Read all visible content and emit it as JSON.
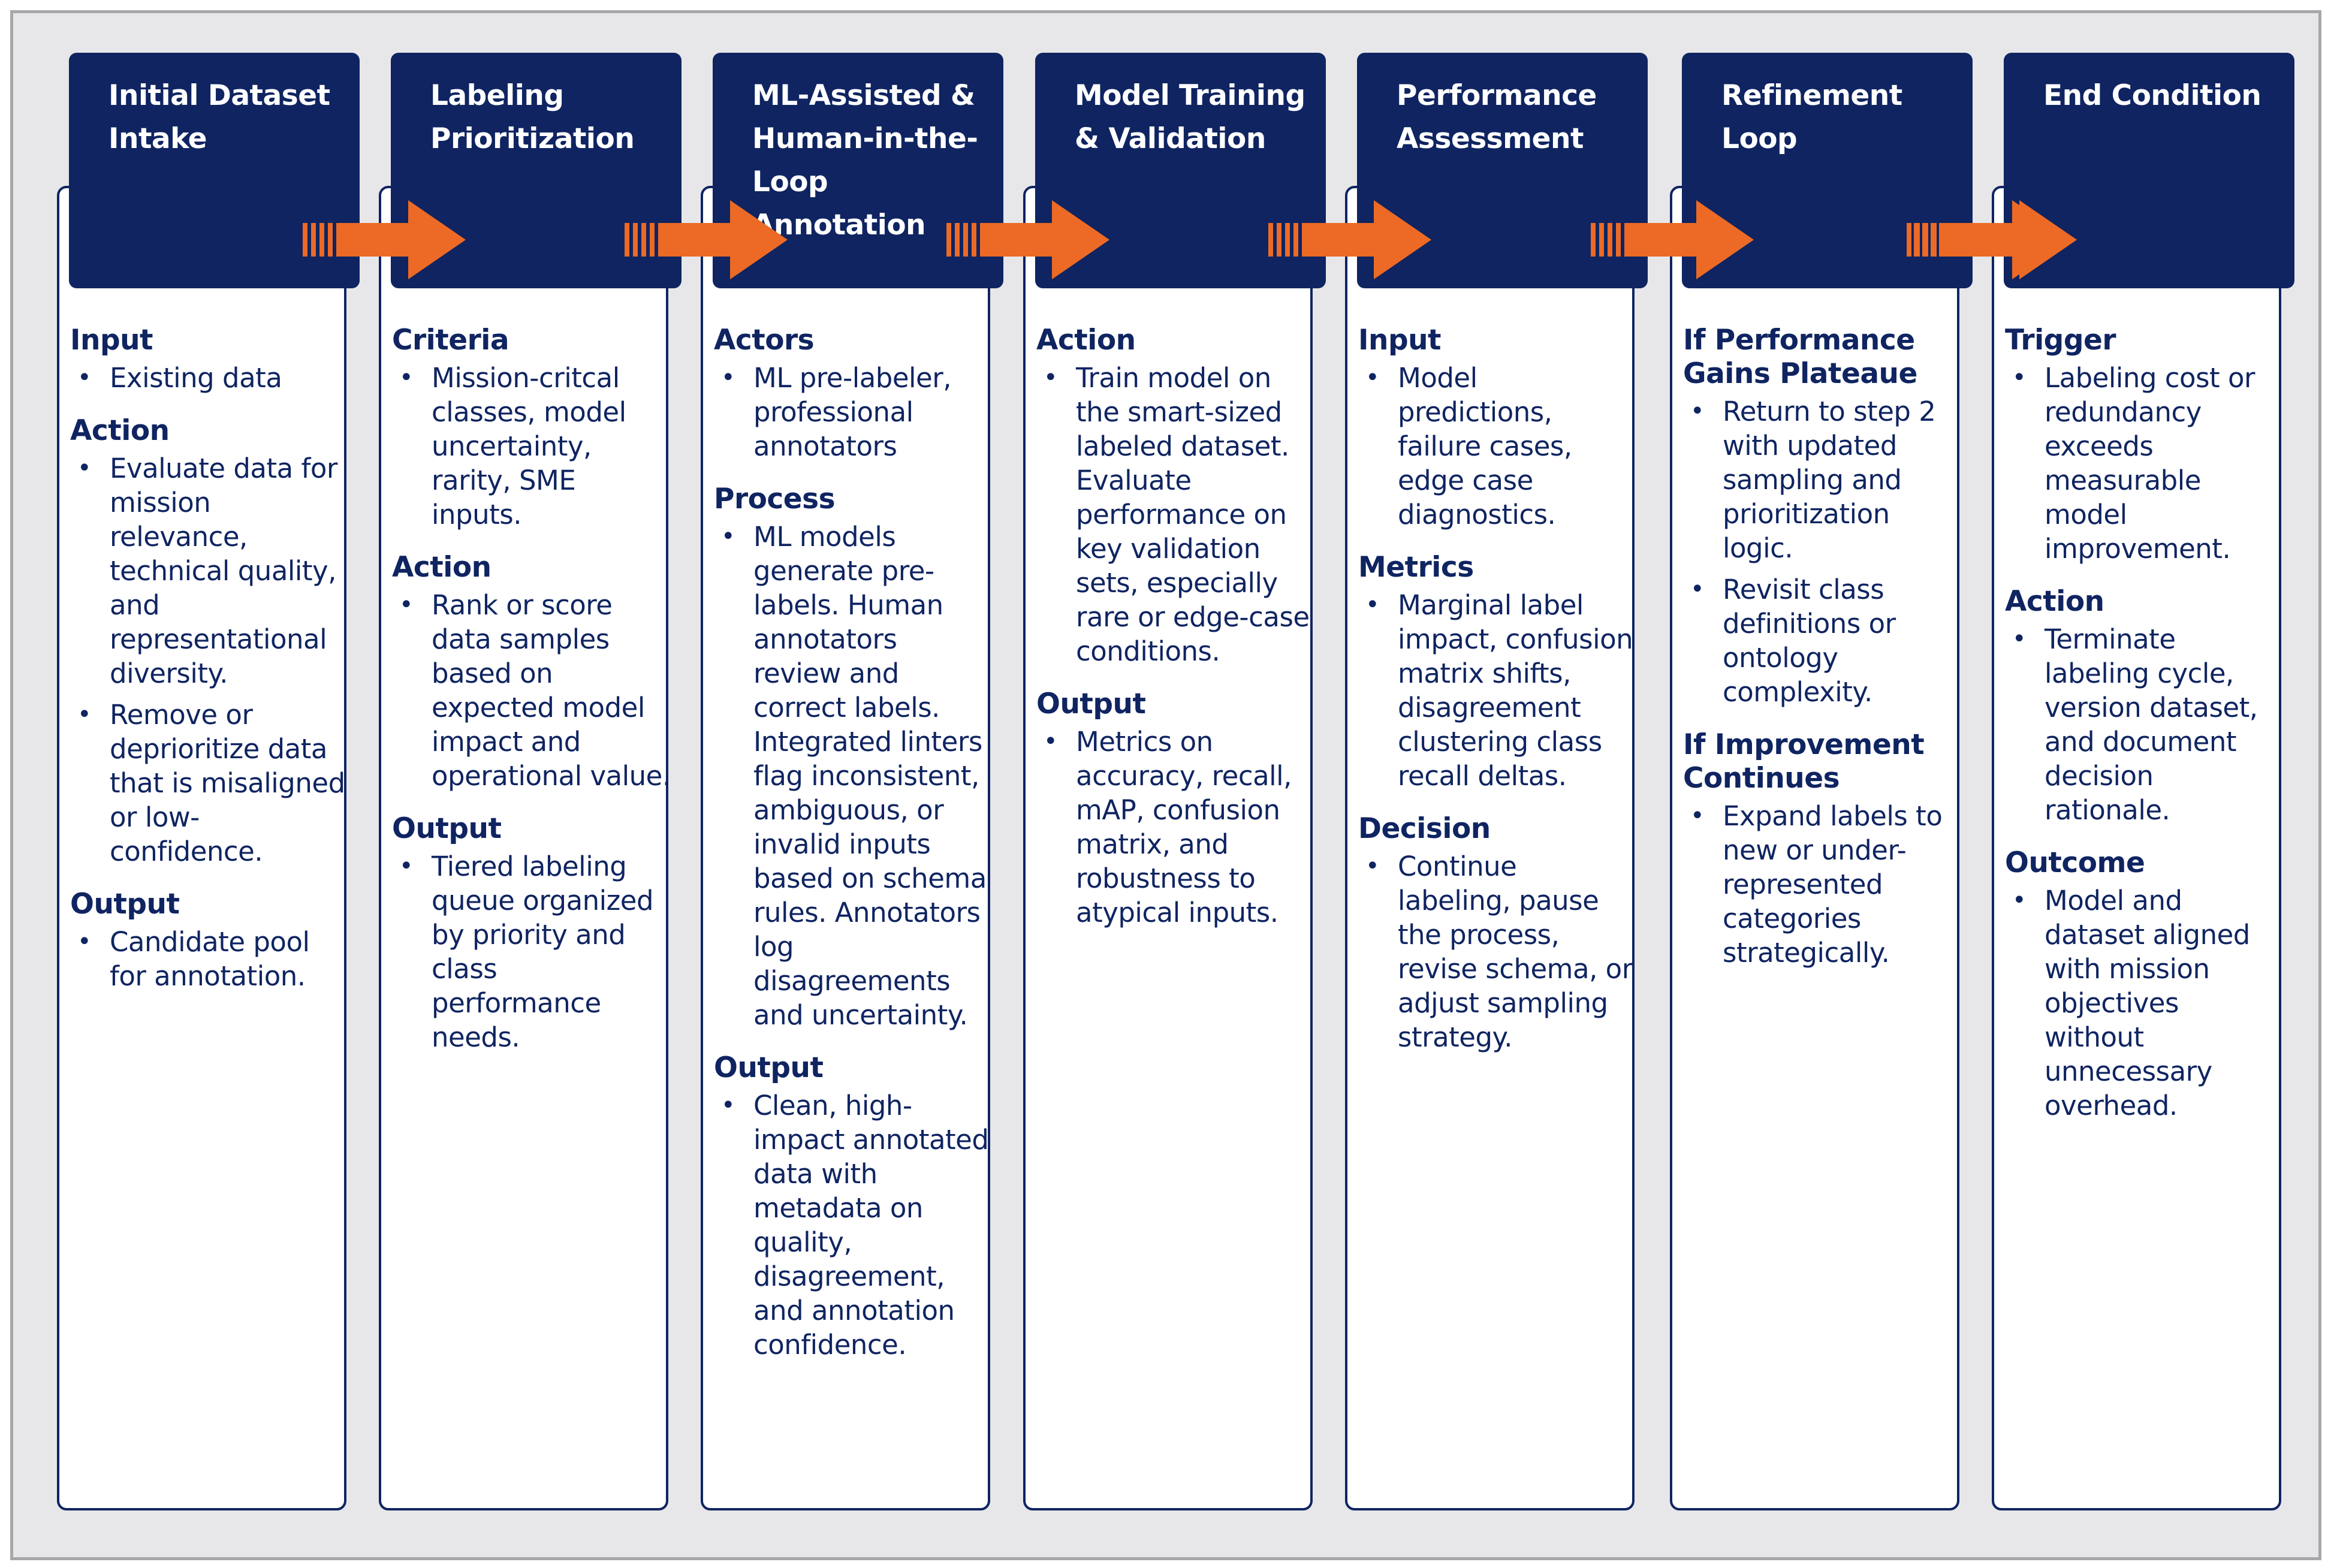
{
  "steps": [
    {
      "title": "Initial Dataset Intake",
      "sections": [
        {
          "heading": "Input",
          "items": [
            "Existing data"
          ]
        },
        {
          "heading": "Action",
          "items": [
            "Evaluate data for mission relevance, technical quality, and representational diversity.",
            "Remove or deprioritize data that is misaligned or low-confidence."
          ]
        },
        {
          "heading": "Output",
          "items": [
            "Candidate pool for annotation."
          ]
        }
      ]
    },
    {
      "title": "Labeling Prioritization",
      "sections": [
        {
          "heading": "Criteria",
          "items": [
            "Mission-critcal classes, model uncertainty, rarity, SME inputs."
          ]
        },
        {
          "heading": "Action",
          "items": [
            "Rank or score data samples based on expected model impact and operational value."
          ]
        },
        {
          "heading": "Output",
          "items": [
            "Tiered labeling queue organized by priority and class performance needs."
          ]
        }
      ]
    },
    {
      "title": "ML-Assisted & Human-in-the-Loop Annotation",
      "sections": [
        {
          "heading": "Actors",
          "items": [
            "ML pre-labeler, professional annotators"
          ]
        },
        {
          "heading": "Process",
          "items": [
            "ML models generate pre-labels. Human annotators review and correct labels. Integrated linters flag inconsistent, ambiguous, or invalid inputs based on schema rules. Annotators log disagreements and uncertainty."
          ]
        },
        {
          "heading": "Output",
          "items": [
            "Clean, high-impact annotated data with metadata on quality, disagreement, and annotation confidence."
          ]
        }
      ]
    },
    {
      "title": "Model Training & Validation",
      "sections": [
        {
          "heading": "Action",
          "items": [
            "Train model on the smart-sized labeled dataset. Evaluate performance on key validation sets, especially rare or edge-case conditions."
          ]
        },
        {
          "heading": "Output",
          "items": [
            "Metrics on accuracy, recall, mAP, confusion matrix, and robustness to atypical inputs."
          ]
        }
      ]
    },
    {
      "title": "Performance Assessment",
      "sections": [
        {
          "heading": "Input",
          "items": [
            "Model predictions, failure cases, edge case diagnostics."
          ]
        },
        {
          "heading": "Metrics",
          "items": [
            "Marginal label impact, confusion matrix shifts, disagreement clustering class recall deltas."
          ]
        },
        {
          "heading": "Decision",
          "items": [
            "Continue labeling, pause the process, revise schema, or adjust sampling strategy."
          ]
        }
      ]
    },
    {
      "title": "Refinement Loop",
      "sections": [
        {
          "heading": "If Performance Gains Plateaue",
          "items": [
            "Return to step 2 with updated sampling and prioritization logic.",
            "Revisit class definitions or ontology complexity."
          ]
        },
        {
          "heading": "If Improvement Continues",
          "items": [
            "Expand labels to new or under-represented categories strategically."
          ]
        }
      ]
    },
    {
      "title": "End Condition",
      "sections": [
        {
          "heading": "Trigger",
          "items": [
            "Labeling cost or redundancy exceeds measurable model improvement."
          ]
        },
        {
          "heading": "Action",
          "items": [
            "Terminate labeling cycle, version dataset, and document decision rationale."
          ]
        },
        {
          "heading": "Outcome",
          "items": [
            "Model and dataset aligned with mission objectives without unnecessary overhead."
          ]
        }
      ]
    }
  ],
  "bullet_char": "•",
  "colors": {
    "navy": "#0f2461",
    "arrow_orange": "#ec6a25",
    "frame_bg": "#e7e7e9",
    "card_bg": "#ffffff"
  }
}
